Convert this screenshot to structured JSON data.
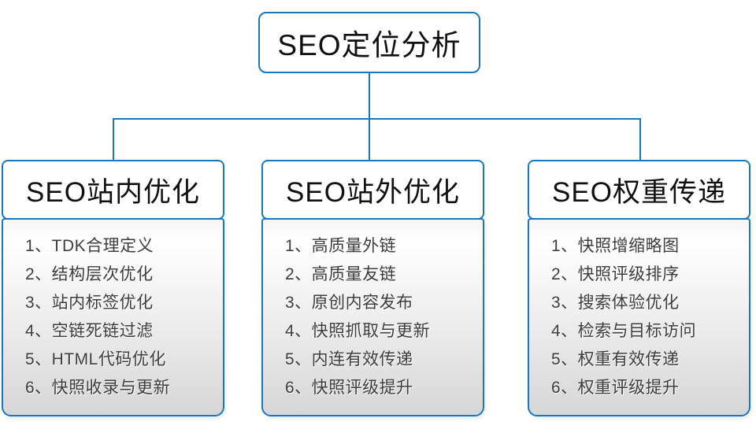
{
  "colors": {
    "accent_blue": "#1878bf",
    "header_text": "#111111",
    "list_text": "#3d3d3d",
    "list_gradient_top": "#ffffff",
    "list_gradient_bottom": "#d6d6d6"
  },
  "root": {
    "label": "SEO定位分析"
  },
  "branches": [
    {
      "title": "SEO站内优化",
      "items": [
        "1、TDK合理定义",
        "2、结构层次优化",
        "3、站内标签优化",
        "4、空链死链过滤",
        "5、HTML代码优化",
        "6、快照收录与更新"
      ]
    },
    {
      "title": "SEO站外优化",
      "items": [
        "1、高质量外链",
        "2、高质量友链",
        "3、原创内容发布",
        "4、快照抓取与更新",
        "5、内连有效传递",
        "6、快照评级提升"
      ]
    },
    {
      "title": "SEO权重传递",
      "items": [
        "1、快照增缩略图",
        "2、快照评级排序",
        "3、搜索体验优化",
        "4、检索与目标访问",
        "5、权重有效传递",
        "6、权重评级提升"
      ]
    }
  ]
}
